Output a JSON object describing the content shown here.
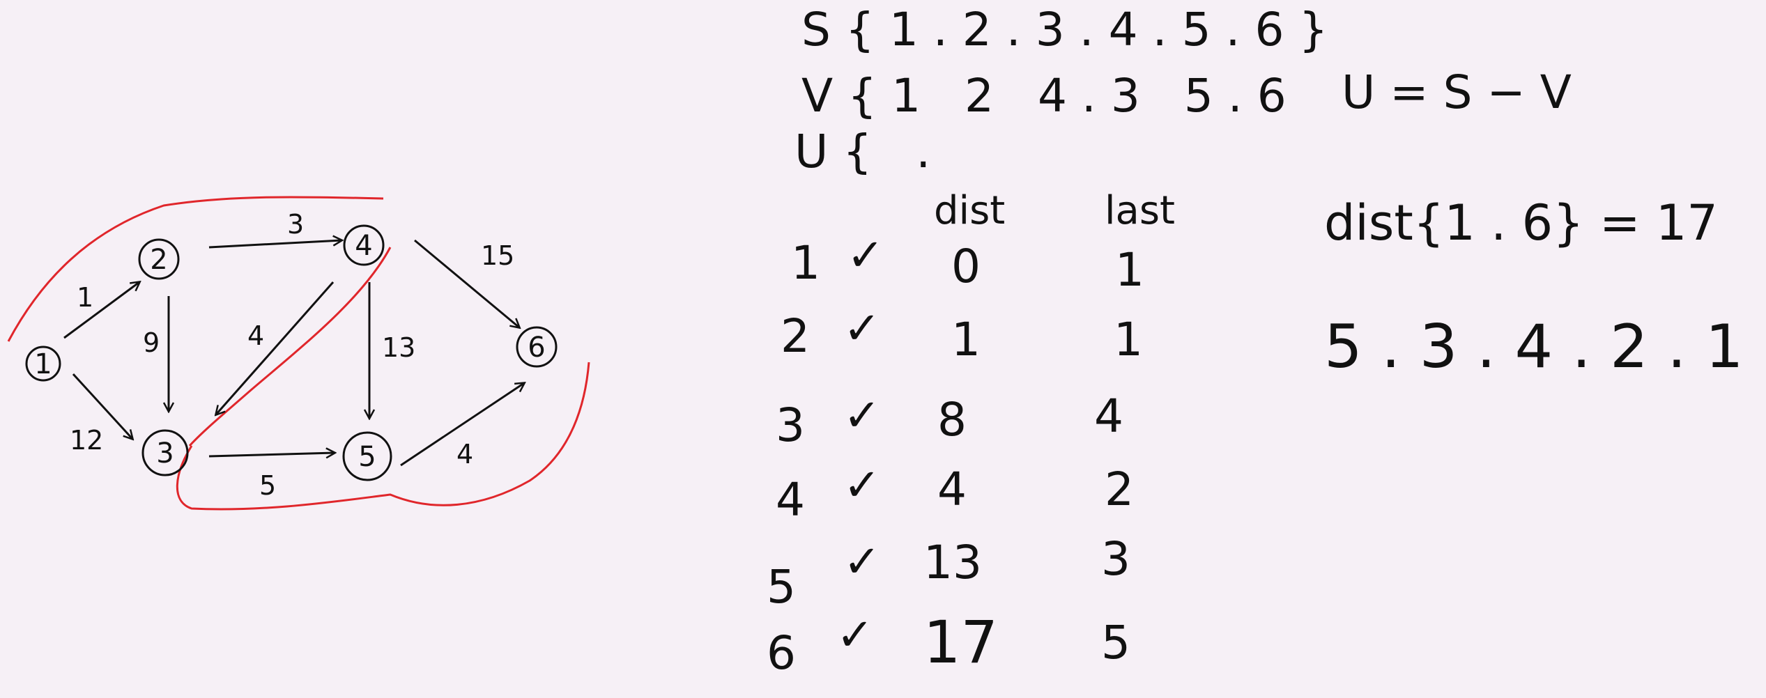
{
  "graph": {
    "nodes": [
      {
        "id": "1",
        "label": "1"
      },
      {
        "id": "2",
        "label": "2"
      },
      {
        "id": "3",
        "label": "3"
      },
      {
        "id": "4",
        "label": "4"
      },
      {
        "id": "5",
        "label": "5"
      },
      {
        "id": "6",
        "label": "6"
      }
    ],
    "edges": [
      {
        "from": "1",
        "to": "2",
        "weight": "1"
      },
      {
        "from": "1",
        "to": "3",
        "weight": "12"
      },
      {
        "from": "2",
        "to": "3",
        "weight": "9"
      },
      {
        "from": "2",
        "to": "4",
        "weight": "3"
      },
      {
        "from": "4",
        "to": "3",
        "weight": "4"
      },
      {
        "from": "4",
        "to": "5",
        "weight": "13"
      },
      {
        "from": "4",
        "to": "6",
        "weight": "15"
      },
      {
        "from": "3",
        "to": "5",
        "weight": "5"
      },
      {
        "from": "5",
        "to": "6",
        "weight": "4"
      }
    ],
    "path_highlight_color": "#e0262b"
  },
  "sets": {
    "s_line": "S { 1 . 2 . 3 . 4 . 5 . 6 }",
    "v_line": "V { 1   2   4 . 3   5 . 6",
    "u_line": "U {   .",
    "u_formula": "U = S − V"
  },
  "table": {
    "headers": {
      "dist": "dist",
      "last": "last"
    },
    "rows": [
      {
        "node": "1",
        "mark": "✓",
        "dist": "0",
        "last": "1"
      },
      {
        "node": "2",
        "mark": "✓",
        "dist": "1",
        "last": "1"
      },
      {
        "node": "3",
        "mark": "✓",
        "dist": "8",
        "last": "4"
      },
      {
        "node": "4",
        "mark": "✓",
        "dist": "4",
        "last": "2"
      },
      {
        "node": "5",
        "mark": "✓",
        "dist": "13",
        "last": "3"
      },
      {
        "node": "6",
        "mark": "✓",
        "dist": "17",
        "last": "5"
      }
    ]
  },
  "result": {
    "dist_expression": "dist{1 . 6} = 17",
    "path_sequence": "5 . 3 . 4 . 2 . 1"
  },
  "colors": {
    "ink": "#111111",
    "background": "#f6f0f6",
    "red_ink": "#e0262b"
  }
}
